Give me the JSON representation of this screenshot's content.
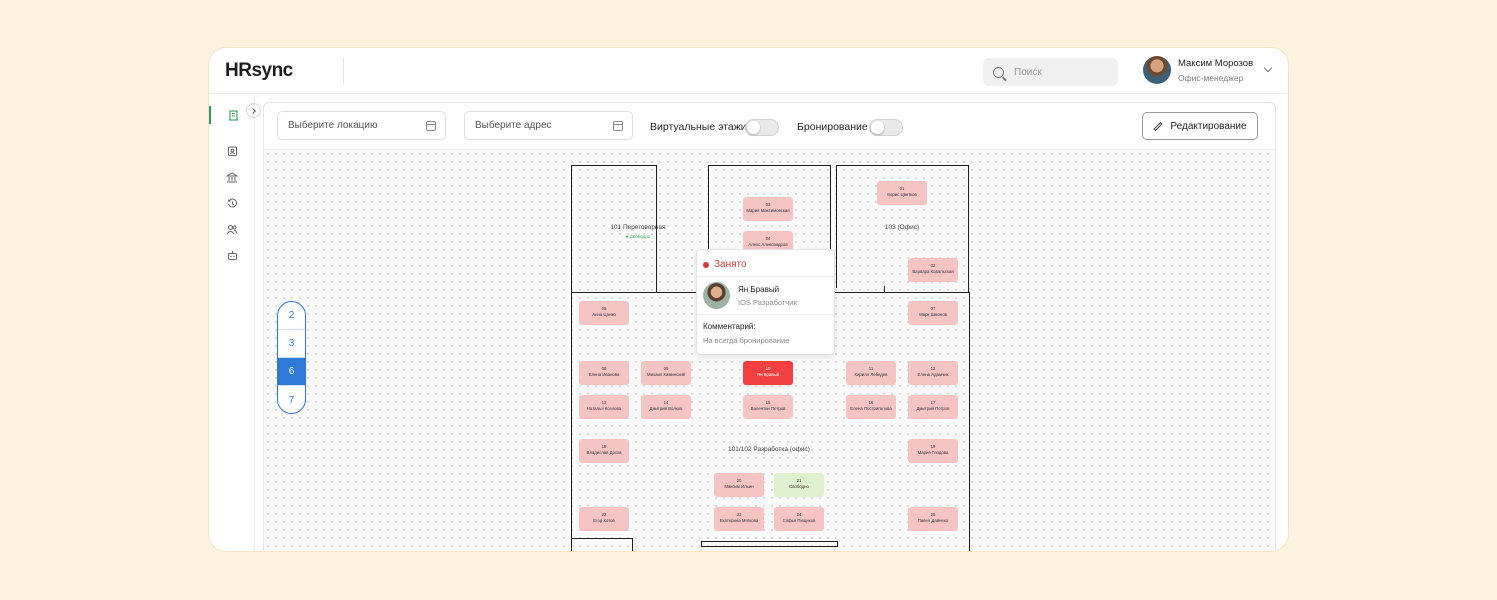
{
  "app": {
    "logo": "HRsync"
  },
  "header": {
    "search_placeholder": "Поиск",
    "user_name": "Максим Морозов",
    "user_role": "Офис-менеджер"
  },
  "sidebar": {
    "items": [
      {
        "icon": "building-icon",
        "active": true
      },
      {
        "icon": "badge-icon",
        "active": false
      },
      {
        "icon": "bank-icon",
        "active": false
      },
      {
        "icon": "history-icon",
        "active": false
      },
      {
        "icon": "users-icon",
        "active": false
      },
      {
        "icon": "robot-icon",
        "active": false
      }
    ]
  },
  "toolbar": {
    "location_placeholder": "Выберите локацию",
    "address_placeholder": "Выберите адрес",
    "virtual_floors_label": "Виртуальные этажи",
    "booking_label": "Бронирование",
    "virtual_floors_on": false,
    "booking_on": false,
    "edit_label": "Редактирование"
  },
  "floors": {
    "items": [
      "2",
      "3",
      "6",
      "7"
    ],
    "active": "6"
  },
  "rooms": {
    "r101_label": "101 Переговорная",
    "r101_status": "● Свободно",
    "r103_label": "103 (Офис)",
    "r101_102_label": "101/102 Разработка (офис)"
  },
  "desks": [
    {
      "num": "03",
      "name": "Мария Максимовская",
      "status": "busy"
    },
    {
      "num": "04",
      "name": "Алекс Александров",
      "status": "busy"
    },
    {
      "num": "01",
      "name": "Борис Цветков",
      "status": "busy"
    },
    {
      "num": "02",
      "name": "Варвара Ковальская",
      "status": "busy"
    },
    {
      "num": "05",
      "name": "Анна Цанко",
      "status": "busy"
    },
    {
      "num": "07",
      "name": "Марк Шмонов",
      "status": "busy"
    },
    {
      "num": "08",
      "name": "Елена Иванова",
      "status": "busy"
    },
    {
      "num": "09",
      "name": "Михаил Каминский",
      "status": "busy"
    },
    {
      "num": "10",
      "name": "Ян Бравый",
      "status": "selected"
    },
    {
      "num": "11",
      "name": "Кирилл Лебедев",
      "status": "busy"
    },
    {
      "num": "12",
      "name": "Елена Адамчик",
      "status": "busy"
    },
    {
      "num": "13",
      "name": "Наталья Козлова",
      "status": "busy"
    },
    {
      "num": "14",
      "name": "Дмитрий Волков",
      "status": "busy"
    },
    {
      "num": "15",
      "name": "Валентин Петров",
      "status": "busy"
    },
    {
      "num": "16",
      "name": "Елена Постригалова",
      "status": "busy"
    },
    {
      "num": "17",
      "name": "Дмитрий Петров",
      "status": "busy"
    },
    {
      "num": "18",
      "name": "Владислав Доска",
      "status": "busy"
    },
    {
      "num": "19",
      "name": "Мария Глодова",
      "status": "busy"
    },
    {
      "num": "20",
      "name": "Максим Ильин",
      "status": "busy"
    },
    {
      "num": "21",
      "name": "Свободно",
      "status": "free"
    },
    {
      "num": "22",
      "name": "Егор Котов",
      "status": "busy"
    },
    {
      "num": "23",
      "name": "Екатерина Мягкова",
      "status": "busy"
    },
    {
      "num": "24",
      "name": "Софья Пищиков",
      "status": "busy"
    },
    {
      "num": "25",
      "name": "Павел Дайнеко",
      "status": "busy"
    }
  ],
  "popup": {
    "status": "Занято",
    "name": "Ян Бравый",
    "role": "IOS Разработчик",
    "comment_label": "Комментарий:",
    "comment": "На всегда бронирование"
  },
  "colors": {
    "background": "#fdf3de",
    "desk_busy": "#f7c4c4",
    "desk_free": "#dff0cf",
    "desk_selected": "#f23f3f",
    "accent_blue": "#2f7ad8",
    "accent_green": "#2e9f5a",
    "status_busy": "#d33b3b"
  }
}
